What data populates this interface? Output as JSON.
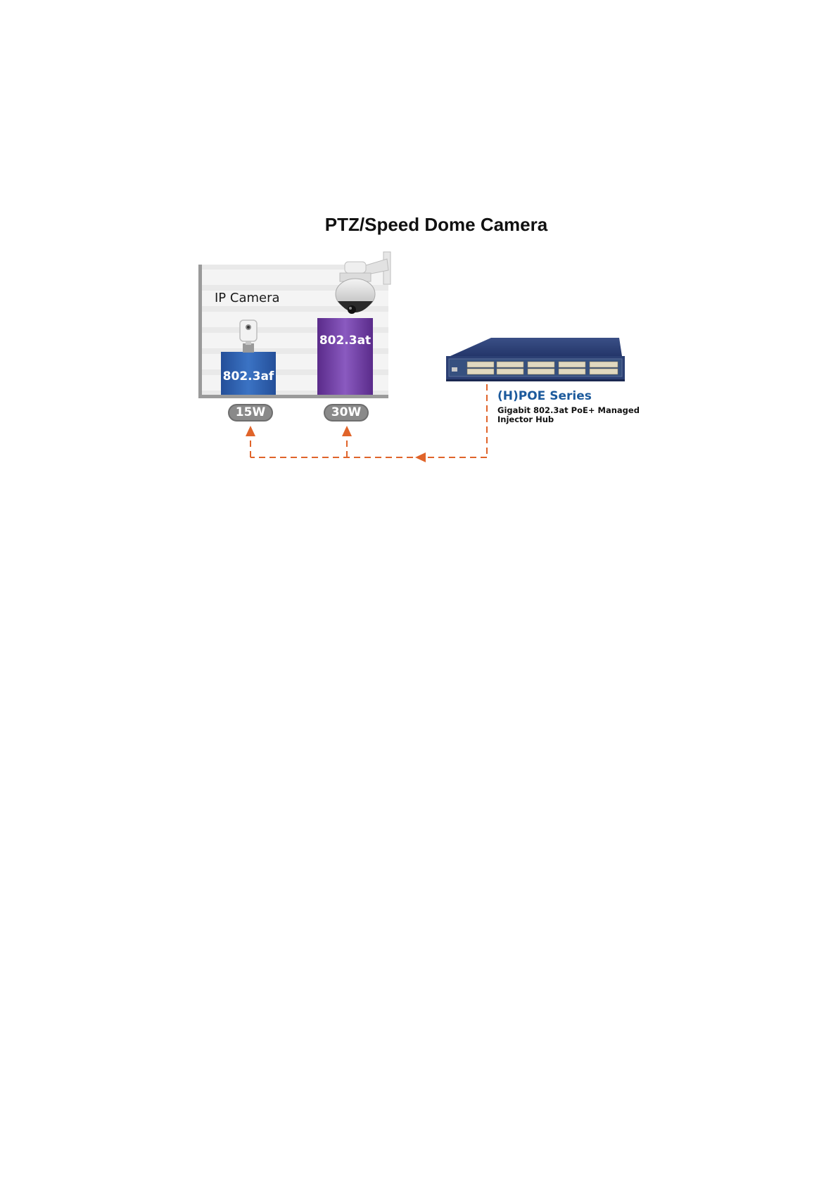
{
  "diagram": {
    "title": "PTZ/Speed Dome Camera",
    "ip_camera_label": "IP Camera",
    "devices": [
      {
        "standard": "802.3af",
        "power": "15W",
        "color": "#2a5caa"
      },
      {
        "standard": "802.3at",
        "power": "30W",
        "color": "#6a3a9a"
      }
    ],
    "switch": {
      "series": "(H)POE Series",
      "description_line1": "Gigabit 802.3at PoE+ Managed",
      "description_line2": "Injector Hub"
    },
    "colors": {
      "link": "#e0642a",
      "switch_body": "#2b3f73",
      "series_text": "#1c5a9c"
    }
  }
}
